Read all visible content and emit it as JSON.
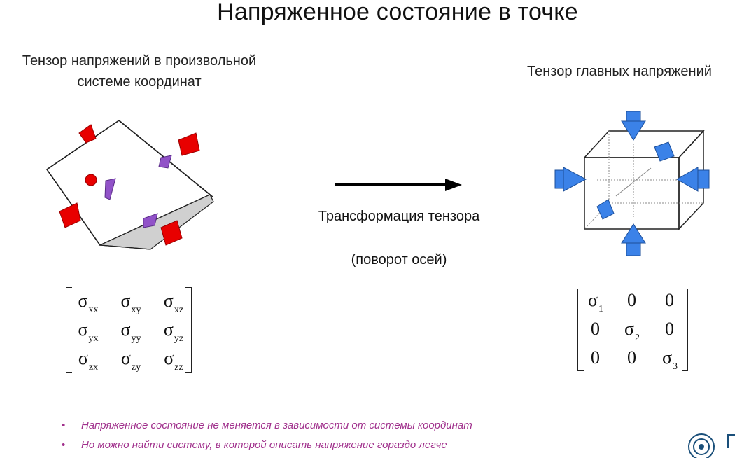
{
  "title": "Напряженное состояние в точке",
  "left_heading": "Тензор напряжений в произвольной системе координат",
  "right_heading": "Тензор главных напряжений",
  "transform_label": "Трансформация тензора",
  "transform_note": "(поворот осей)",
  "stress_matrix": [
    [
      {
        "sym": "σ",
        "sub": "xx"
      },
      {
        "sym": "σ",
        "sub": "xy"
      },
      {
        "sym": "σ",
        "sub": "xz"
      }
    ],
    [
      {
        "sym": "σ",
        "sub": "yx"
      },
      {
        "sym": "σ",
        "sub": "yy"
      },
      {
        "sym": "σ",
        "sub": "yz"
      }
    ],
    [
      {
        "sym": "σ",
        "sub": "zx"
      },
      {
        "sym": "σ",
        "sub": "zy"
      },
      {
        "sym": "σ",
        "sub": "zz"
      }
    ]
  ],
  "principal_matrix": [
    [
      {
        "sym": "σ",
        "sub": "1"
      },
      {
        "sym": "0",
        "sub": ""
      },
      {
        "sym": "0",
        "sub": ""
      }
    ],
    [
      {
        "sym": "0",
        "sub": ""
      },
      {
        "sym": "σ",
        "sub": "2"
      },
      {
        "sym": "0",
        "sub": ""
      }
    ],
    [
      {
        "sym": "0",
        "sub": ""
      },
      {
        "sym": "0",
        "sub": ""
      },
      {
        "sym": "σ",
        "sub": "3"
      }
    ]
  ],
  "bullets": [
    "Напряженное состояние не меняется в зависимости от системы координат",
    "Но можно найти систему, в которой описать напряжение гораздо легче"
  ],
  "colors": {
    "red_arrow": "#e80000",
    "blue_arrow": "#3b82e8",
    "purple_arrow": "#9152c8",
    "bullet_text": "#a0308c"
  },
  "icons": {
    "left_figure": "rotated-cube-stress-icon",
    "right_figure": "principal-stress-cube-icon",
    "arrow": "transformation-arrow-icon",
    "logo": "logo-icon"
  }
}
